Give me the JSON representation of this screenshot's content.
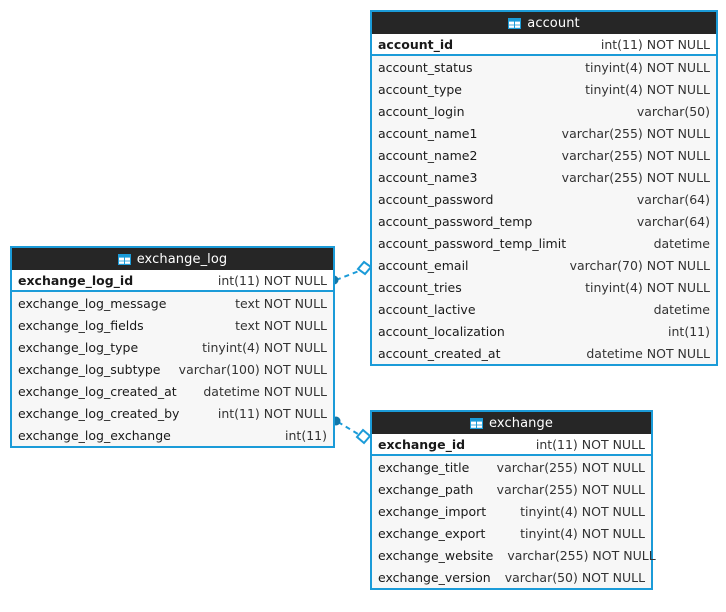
{
  "diagram": {
    "type": "entity-relationship-diagram",
    "background": "#ffffff",
    "accent_color": "#1b9bd8",
    "header_color": "#262626",
    "row_alt_color": "#f7f7f7"
  },
  "entities": [
    {
      "id": "account",
      "name": "account",
      "icon": "table-icon",
      "primary_key": {
        "name": "account_id",
        "type": "int(11) NOT NULL"
      },
      "fields": [
        {
          "name": "account_status",
          "type": "tinyint(4) NOT NULL"
        },
        {
          "name": "account_type",
          "type": "tinyint(4) NOT NULL"
        },
        {
          "name": "account_login",
          "type": "varchar(50)"
        },
        {
          "name": "account_name1",
          "type": "varchar(255) NOT NULL"
        },
        {
          "name": "account_name2",
          "type": "varchar(255) NOT NULL"
        },
        {
          "name": "account_name3",
          "type": "varchar(255) NOT NULL"
        },
        {
          "name": "account_password",
          "type": "varchar(64)"
        },
        {
          "name": "account_password_temp",
          "type": "varchar(64)"
        },
        {
          "name": "account_password_temp_limit",
          "type": "datetime"
        },
        {
          "name": "account_email",
          "type": "varchar(70) NOT NULL"
        },
        {
          "name": "account_tries",
          "type": "tinyint(4) NOT NULL"
        },
        {
          "name": "account_lactive",
          "type": "datetime"
        },
        {
          "name": "account_localization",
          "type": "int(11)"
        },
        {
          "name": "account_created_at",
          "type": "datetime NOT NULL"
        }
      ]
    },
    {
      "id": "exchange_log",
      "name": "exchange_log",
      "icon": "table-icon",
      "primary_key": {
        "name": "exchange_log_id",
        "type": "int(11) NOT NULL"
      },
      "fields": [
        {
          "name": "exchange_log_message",
          "type": "text NOT NULL"
        },
        {
          "name": "exchange_log_fields",
          "type": "text NOT NULL"
        },
        {
          "name": "exchange_log_type",
          "type": "tinyint(4) NOT NULL"
        },
        {
          "name": "exchange_log_subtype",
          "type": "varchar(100) NOT NULL"
        },
        {
          "name": "exchange_log_created_at",
          "type": "datetime NOT NULL"
        },
        {
          "name": "exchange_log_created_by",
          "type": "int(11) NOT NULL"
        },
        {
          "name": "exchange_log_exchange",
          "type": "int(11)"
        }
      ]
    },
    {
      "id": "exchange",
      "name": "exchange",
      "icon": "table-icon",
      "primary_key": {
        "name": "exchange_id",
        "type": "int(11) NOT NULL"
      },
      "fields": [
        {
          "name": "exchange_title",
          "type": "varchar(255) NOT NULL"
        },
        {
          "name": "exchange_path",
          "type": "varchar(255) NOT NULL"
        },
        {
          "name": "exchange_import",
          "type": "tinyint(4) NOT NULL"
        },
        {
          "name": "exchange_export",
          "type": "tinyint(4) NOT NULL"
        },
        {
          "name": "exchange_website",
          "type": "varchar(255) NOT NULL"
        },
        {
          "name": "exchange_version",
          "type": "varchar(50) NOT NULL"
        }
      ]
    }
  ],
  "relationships": [
    {
      "id": "rel-log-created-by-account",
      "from_entity": "exchange_log",
      "from_field": "exchange_log_created_by",
      "to_entity": "account",
      "to_field": "account_id",
      "style": "dashed",
      "from_marker": "dot",
      "to_marker": "diamond"
    },
    {
      "id": "rel-log-exchange-exchange",
      "from_entity": "exchange_log",
      "from_field": "exchange_log_exchange",
      "to_entity": "exchange",
      "to_field": "exchange_id",
      "style": "dashed",
      "from_marker": "dot",
      "to_marker": "diamond"
    }
  ]
}
